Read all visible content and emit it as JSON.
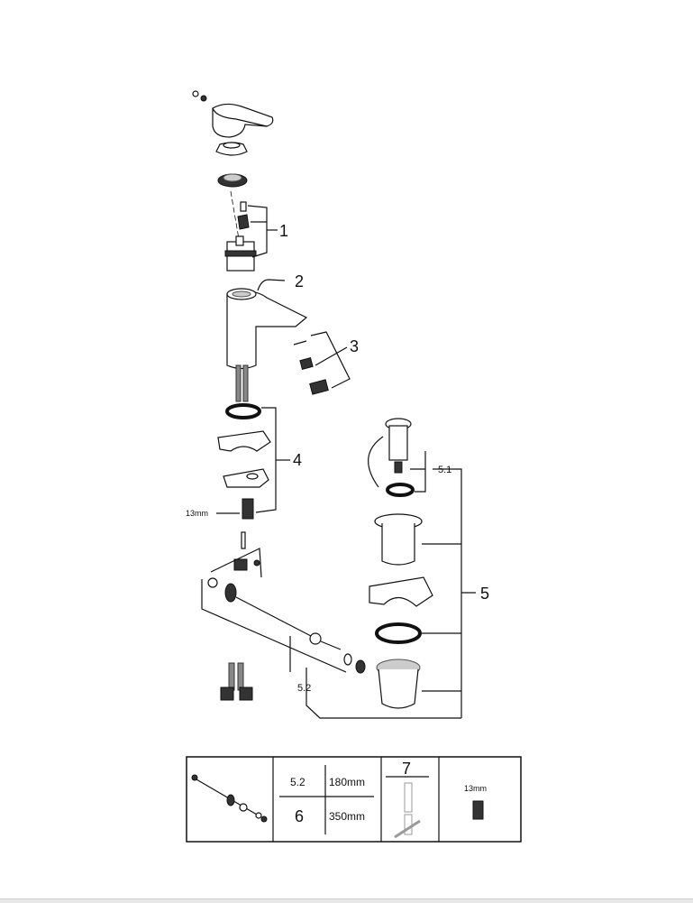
{
  "diagram": {
    "callouts": {
      "c1": "1",
      "c2": "2",
      "c3": "3",
      "c4": "4",
      "c5": "5",
      "c51": "5.1",
      "c52": "5.2",
      "wrench": "13mm"
    },
    "table": {
      "row1_id": "5.2",
      "row1_len": "180mm",
      "row2_id": "6",
      "row2_len": "350mm",
      "tool_id": "7",
      "socket_size": "13mm"
    }
  }
}
